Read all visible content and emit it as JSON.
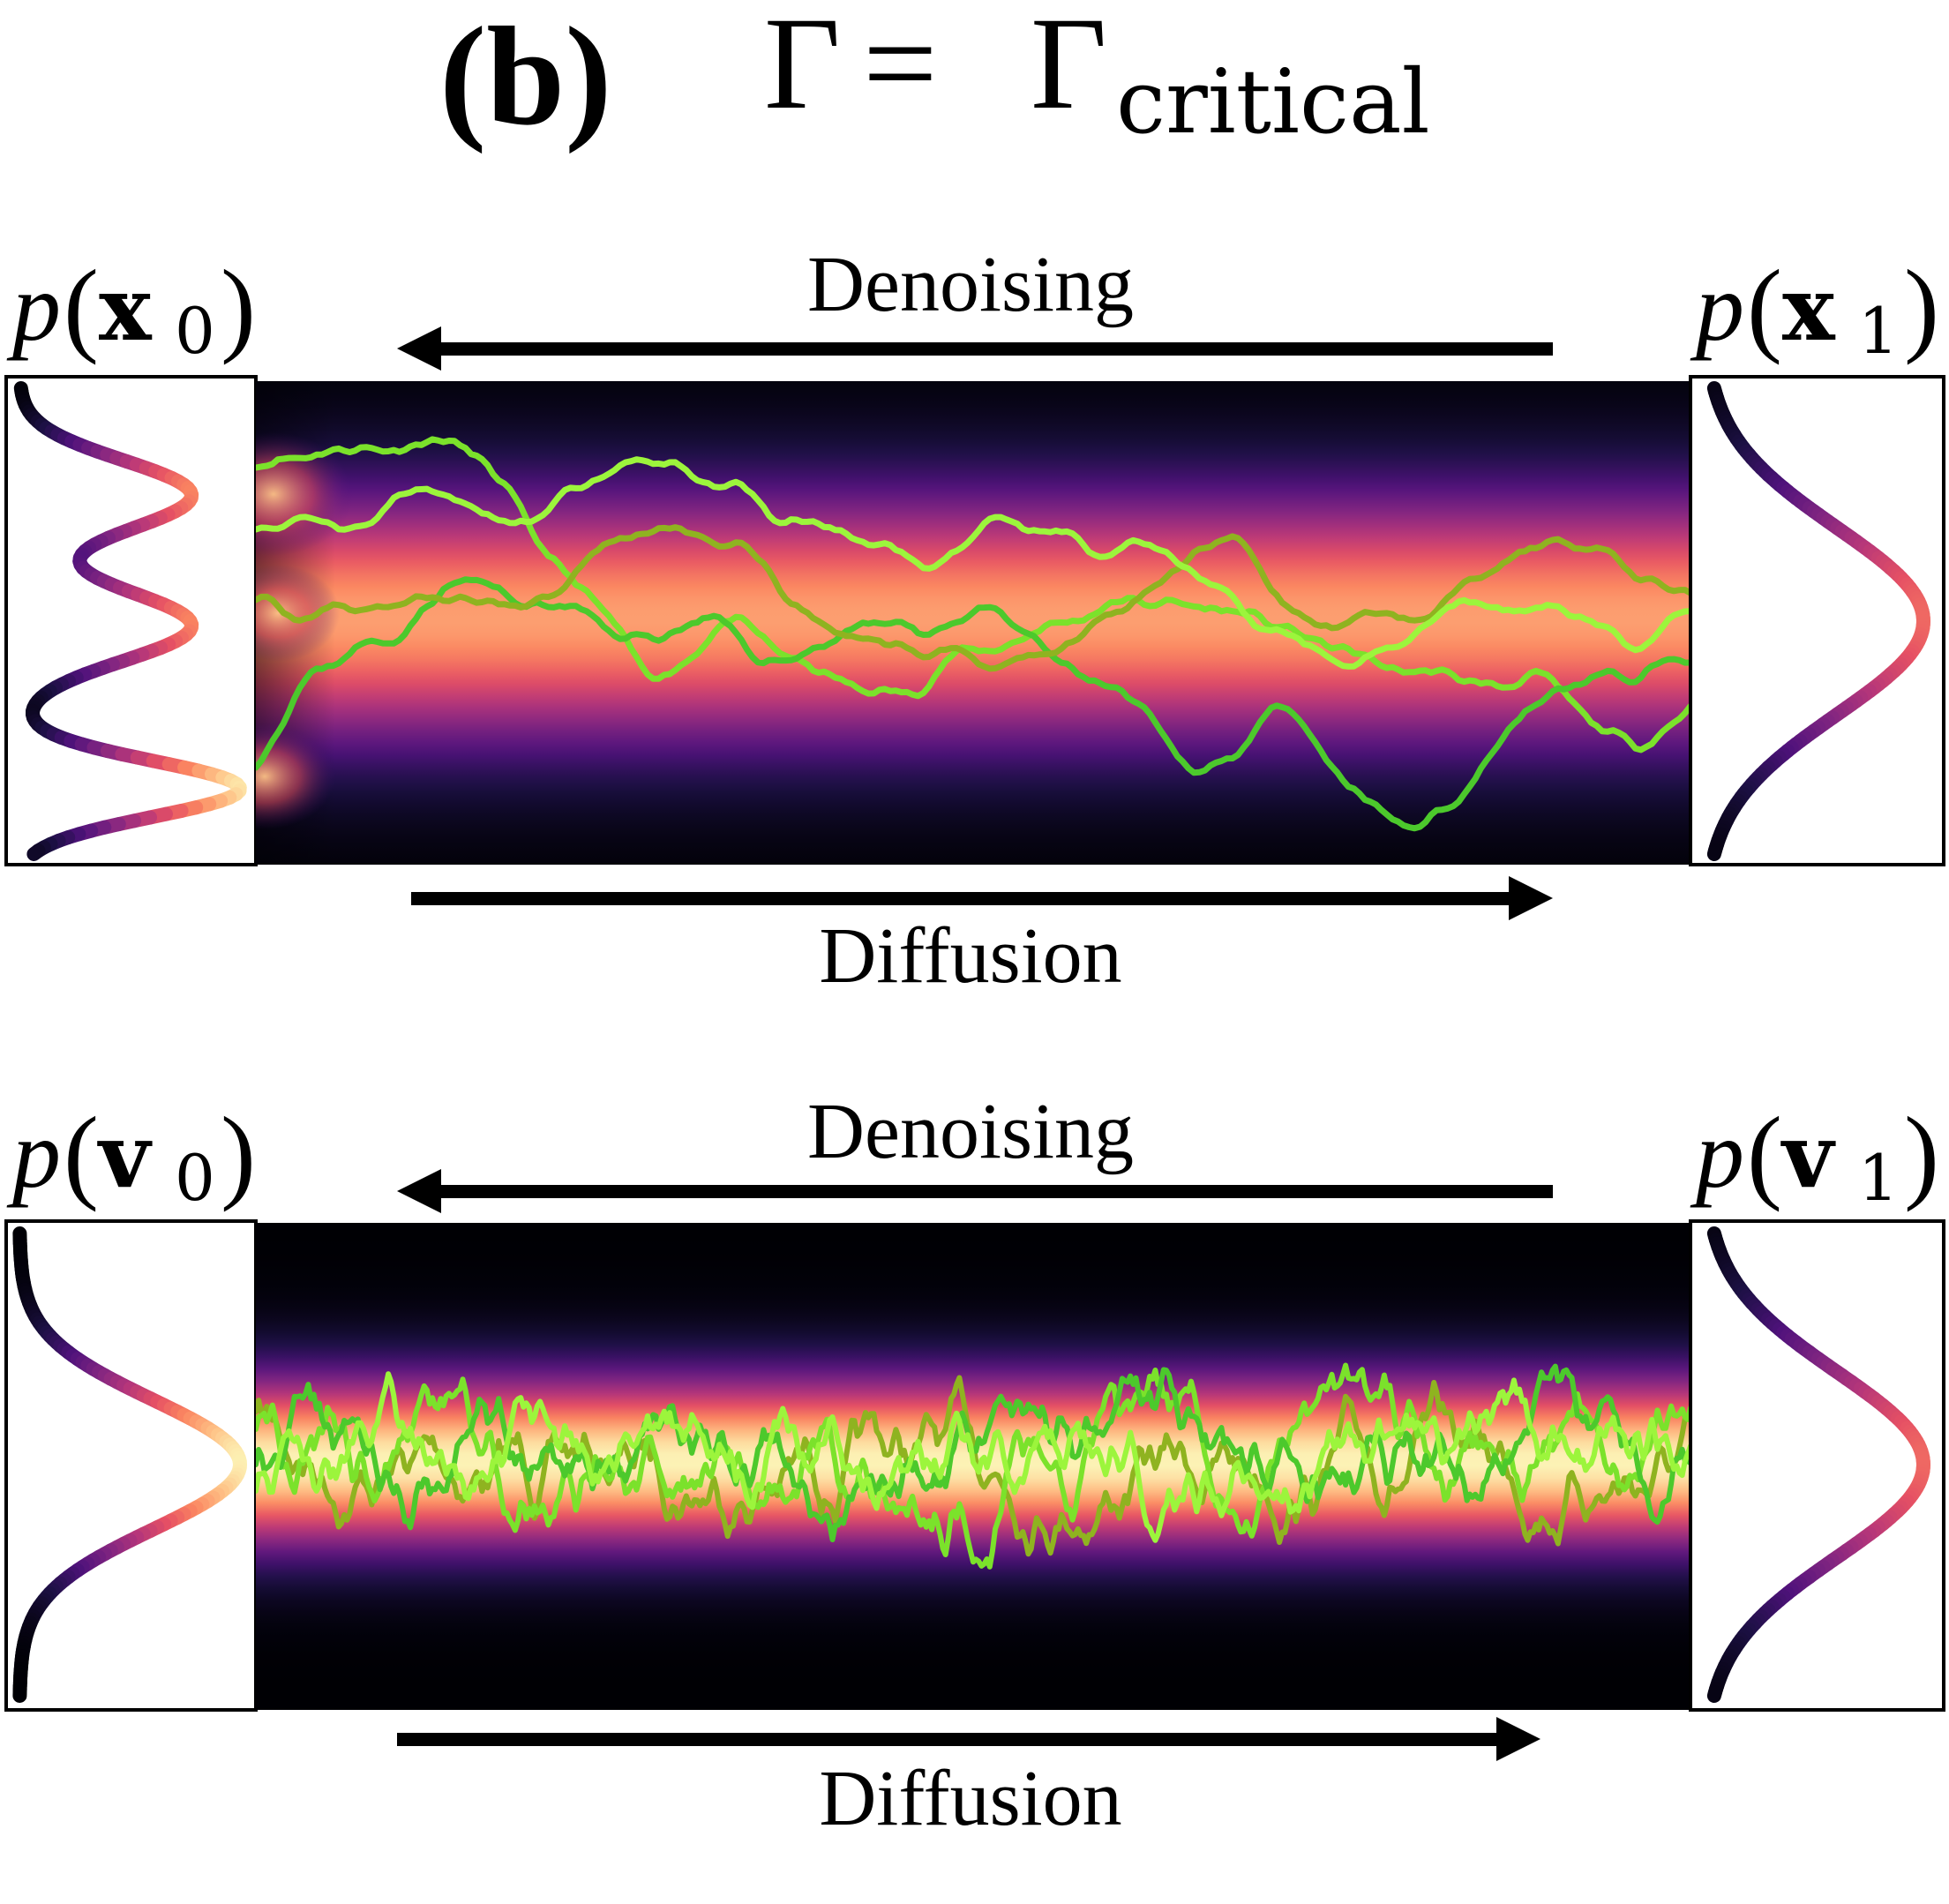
{
  "title": {
    "panel_label": "(b)",
    "gamma": "Γ",
    "equals": "=",
    "gamma_rhs": "Γ",
    "subscript": "critical"
  },
  "panels": [
    {
      "id": "position",
      "top_label": "Denoising",
      "bottom_label": "Diffusion",
      "left_dist": {
        "func": "p",
        "var": "x",
        "sub": "0"
      },
      "right_dist": {
        "func": "p",
        "var": "x",
        "sub": "1"
      }
    },
    {
      "id": "velocity",
      "top_label": "Denoising",
      "bottom_label": "Diffusion",
      "left_dist": {
        "func": "p",
        "var": "v",
        "sub": "0"
      },
      "right_dist": {
        "func": "p",
        "var": "v",
        "sub": "1"
      }
    }
  ],
  "colors": {
    "colormap": [
      "#000004",
      "#1c1044",
      "#4f127b",
      "#812581",
      "#b5367a",
      "#e55064",
      "#fb8761",
      "#fec287",
      "#fcfdbf"
    ],
    "trajectories": [
      "#7be22b",
      "#4cc92c",
      "#8fb320",
      "#9cf53c"
    ],
    "arrow": "#000000",
    "frame": "#000000"
  }
}
